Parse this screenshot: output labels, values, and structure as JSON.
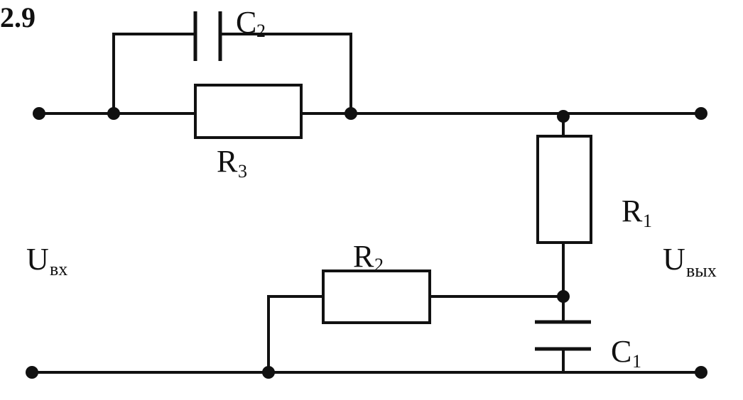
{
  "figure": {
    "number": "2.9"
  },
  "components": {
    "c2": {
      "letter": "C",
      "sub": "2"
    },
    "r3": {
      "letter": "R",
      "sub": "3"
    },
    "r1": {
      "letter": "R",
      "sub": "1"
    },
    "r2": {
      "letter": "R",
      "sub": "2"
    },
    "c1": {
      "letter": "C",
      "sub": "1"
    }
  },
  "terminals": {
    "input": {
      "letter": "U",
      "sub": "вх"
    },
    "output": {
      "letter": "U",
      "sub": "вых"
    }
  },
  "colors": {
    "ink": "#111111",
    "background": "#ffffff"
  }
}
